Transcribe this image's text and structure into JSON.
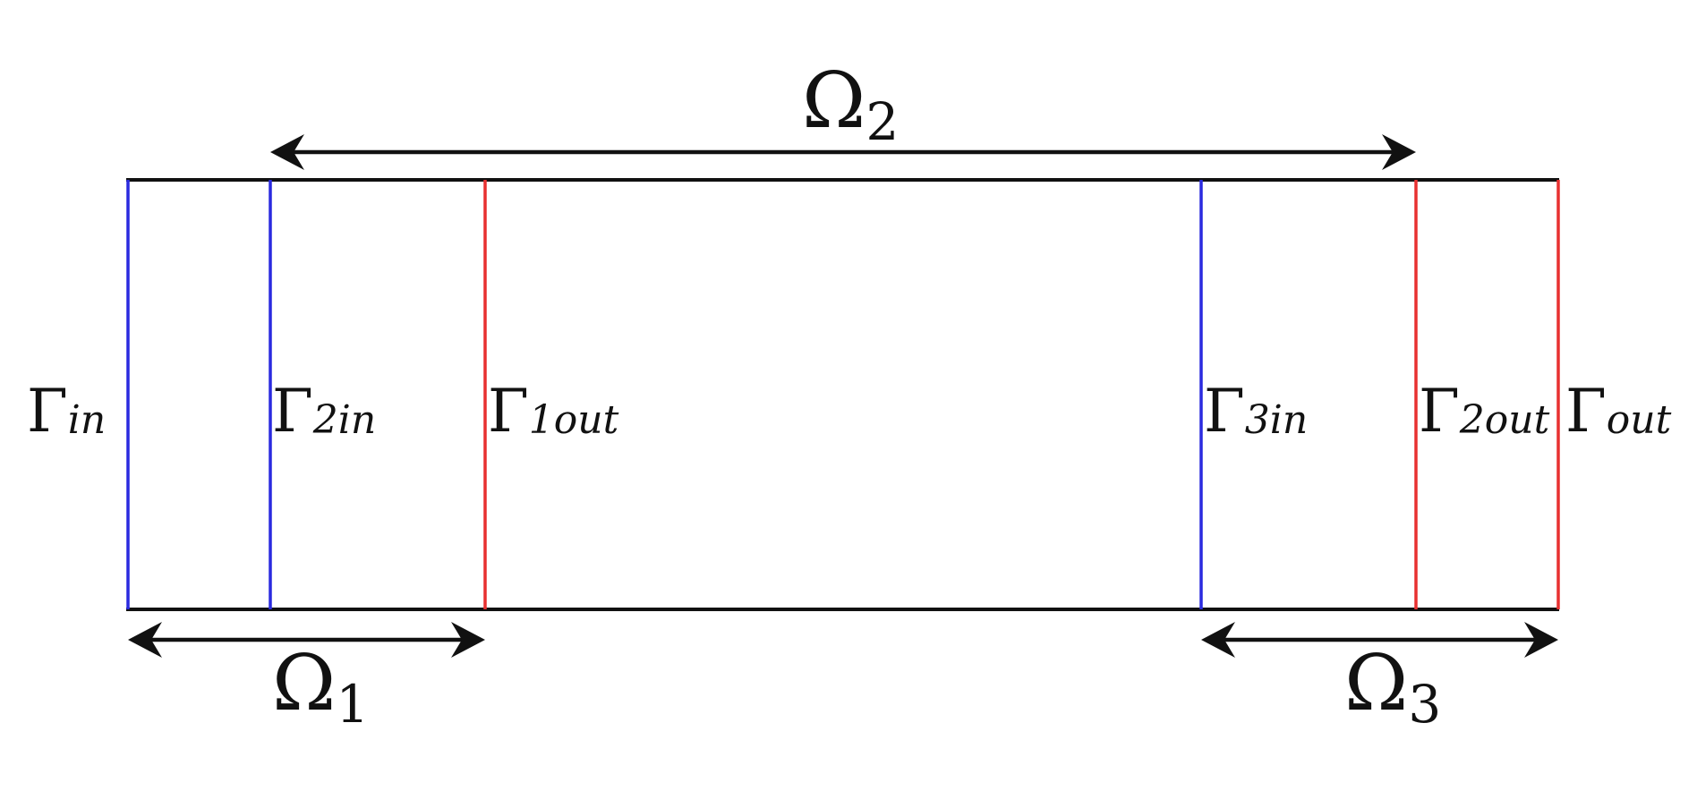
{
  "colors": {
    "inlet": "#2a2adf",
    "outlet": "#e83030",
    "outline": "#111111",
    "background": "#ffffff"
  },
  "domains": [
    {
      "id": "omega1",
      "symbol": "Ω",
      "subscript": "1"
    },
    {
      "id": "omega2",
      "symbol": "Ω",
      "subscript": "2"
    },
    {
      "id": "omega3",
      "symbol": "Ω",
      "subscript": "3"
    }
  ],
  "boundaries": [
    {
      "id": "gamma-in",
      "symbol": "Γ",
      "subscript": "in",
      "kind": "inlet"
    },
    {
      "id": "gamma-2in",
      "symbol": "Γ",
      "subscript": "2in",
      "kind": "inlet"
    },
    {
      "id": "gamma-1out",
      "symbol": "Γ",
      "subscript": "1out",
      "kind": "outlet"
    },
    {
      "id": "gamma-3in",
      "symbol": "Γ",
      "subscript": "3in",
      "kind": "inlet"
    },
    {
      "id": "gamma-2out",
      "symbol": "Γ",
      "subscript": "2out",
      "kind": "outlet"
    },
    {
      "id": "gamma-out",
      "symbol": "Γ",
      "subscript": "out",
      "kind": "outlet"
    }
  ]
}
